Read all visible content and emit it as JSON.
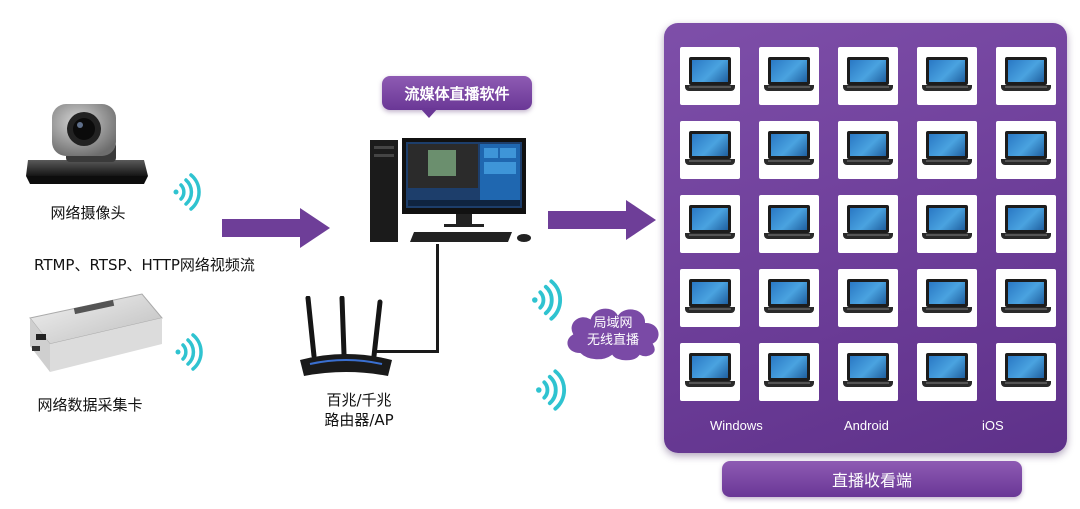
{
  "sources": {
    "camera_label": "网络摄像头",
    "capture_label": "网络数据采集卡",
    "stream_label": "RTMP、RTSP、HTTP网络视频流"
  },
  "server": {
    "software_label": "流媒体直播软件"
  },
  "router": {
    "label_line1": "百兆/千兆",
    "label_line2": "路由器/AP"
  },
  "cloud": {
    "line1": "局域网",
    "line2": "无线直播"
  },
  "clients": {
    "os_labels": [
      "Windows",
      "Android",
      "iOS"
    ],
    "footer_label": "直播收看端",
    "device_icon": "laptop-icon",
    "rows": 5,
    "cols": 5
  },
  "colors": {
    "accent": "#6e3e98",
    "wifi": "#2fc3d0"
  }
}
